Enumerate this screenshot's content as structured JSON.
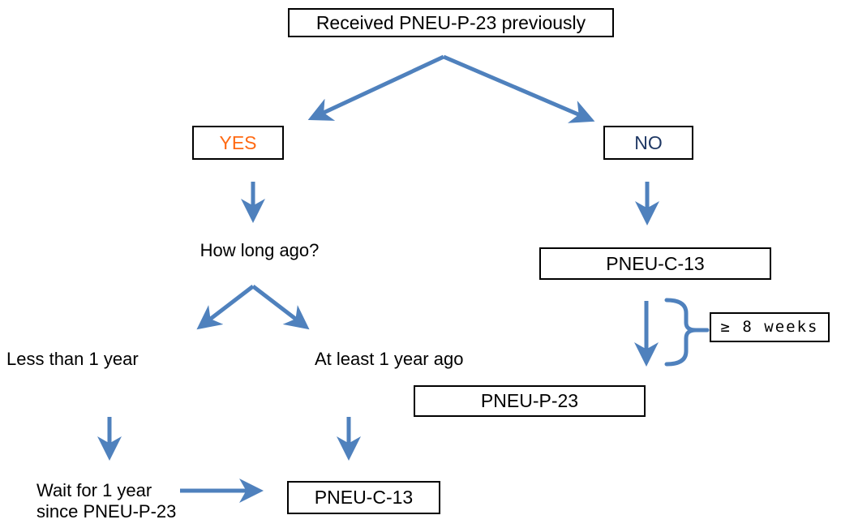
{
  "palette": {
    "arrow_blue": "#4F81BD",
    "yes_orange": "#FF6A13",
    "no_navy": "#1F3864",
    "box_border": "#000000",
    "background": "#FFFFFF"
  },
  "flowchart": {
    "root": {
      "label": "Received PNEU-P-23 previously"
    },
    "yes": {
      "label": "YES"
    },
    "no": {
      "label": "NO"
    },
    "how_long": {
      "label": "How long ago?"
    },
    "pneu_c13_right": {
      "label": "PNEU-C-13"
    },
    "interval": {
      "label": "≥ 8 weeks"
    },
    "pneu_p23": {
      "label": "PNEU-P-23"
    },
    "less_than_1_year": {
      "label": "Less than 1 year"
    },
    "at_least_1_year": {
      "label": "At least 1 year ago"
    },
    "wait": {
      "line1": "Wait for 1 year",
      "line2": "since PNEU-P-23"
    },
    "pneu_c13_bottom": {
      "label": "PNEU-C-13"
    }
  }
}
